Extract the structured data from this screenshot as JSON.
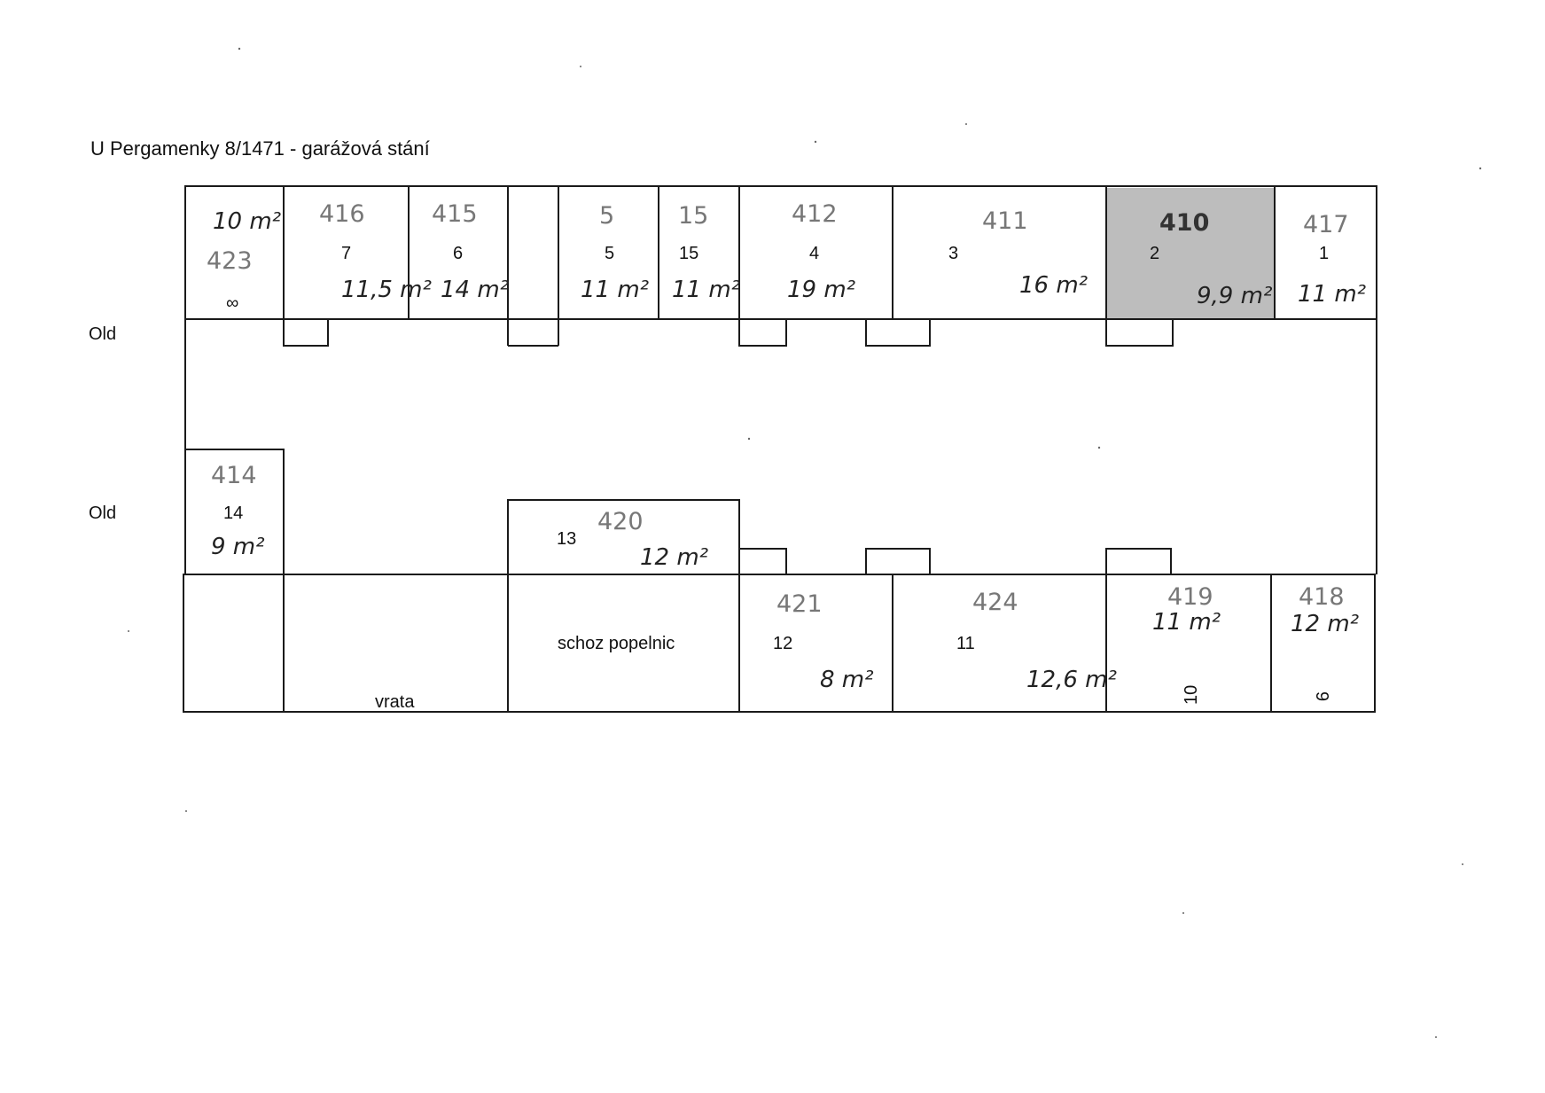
{
  "title": "U Pergamenky 8/1471 - garážová stání",
  "side_labels": [
    "Old",
    "Old"
  ],
  "highlight_color": "#bdbdbd",
  "top_row": [
    {
      "id": "top-slot-8",
      "printed_number": "∞",
      "handwritten_number": "423",
      "area": "10 m²"
    },
    {
      "id": "top-slot-7",
      "printed_number": "7",
      "handwritten_number": "416",
      "area": "11,5 m²"
    },
    {
      "id": "top-slot-6",
      "printed_number": "6",
      "handwritten_number": "415",
      "area": "14 m²"
    },
    {
      "id": "top-slot-5",
      "printed_number": "5",
      "handwritten_number": "5",
      "area": "11 m²"
    },
    {
      "id": "top-slot-15",
      "printed_number": "15",
      "handwritten_number": "15",
      "area": "11 m²"
    },
    {
      "id": "top-slot-4",
      "printed_number": "4",
      "handwritten_number": "412",
      "area": "19 m²"
    },
    {
      "id": "top-slot-3",
      "printed_number": "3",
      "handwritten_number": "411",
      "area": "16 m²"
    },
    {
      "id": "top-slot-2",
      "printed_number": "2",
      "handwritten_number": "410",
      "area": "9,9 m²",
      "highlighted": true
    },
    {
      "id": "top-slot-1",
      "printed_number": "1",
      "handwritten_number": "417",
      "area": "11 m²"
    }
  ],
  "middle_row": [
    {
      "id": "mid-slot-14",
      "printed_number": "14",
      "handwritten_number": "414",
      "area": "9 m²"
    },
    {
      "id": "mid-slot-13",
      "printed_number": "13",
      "handwritten_number": "420",
      "area": "12 m²"
    }
  ],
  "bottom_row": {
    "gate_label": "vrata",
    "bin_room_label": "schoz popelnic",
    "slots": [
      {
        "id": "bottom-slot-12",
        "printed_number": "12",
        "handwritten_number": "421",
        "area": "8 m²"
      },
      {
        "id": "bottom-slot-11",
        "printed_number": "11",
        "handwritten_number": "424",
        "area": "12,6 m²"
      },
      {
        "id": "bottom-slot-10",
        "printed_number": "10",
        "handwritten_number": "419",
        "area": "11 m²"
      },
      {
        "id": "bottom-slot-9",
        "printed_number": "9",
        "handwritten_number": "418",
        "area": "12 m²"
      }
    ]
  }
}
